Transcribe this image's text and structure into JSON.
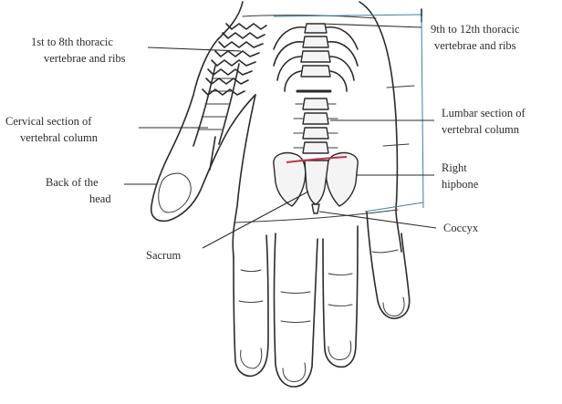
{
  "labels": {
    "thoracic_1_8_line1": "1st to 8th thoracic",
    "thoracic_1_8_line2": "vertebrae and ribs",
    "thoracic_9_12_line1": "9th to 12th thoracic",
    "thoracic_9_12_line2": "vertebrae and ribs",
    "cervical_line1": "Cervical section of",
    "cervical_line2": "vertebral column",
    "lumbar_line1": "Lumbar section of",
    "lumbar_line2": "vertebral column",
    "right_hipbone_line1": "Right",
    "right_hipbone_line2": "hipbone",
    "back_of_head_line1": "Back of the",
    "back_of_head_line2": "head",
    "sacrum": "Sacrum",
    "coccyx": "Coccyx"
  }
}
